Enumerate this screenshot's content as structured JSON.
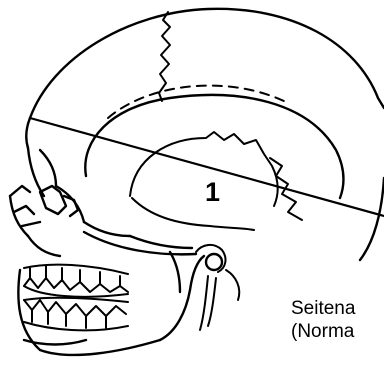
{
  "diagram": {
    "marker_number": "1",
    "caption_line1": "Seitena",
    "caption_line2": "(Norma"
  }
}
